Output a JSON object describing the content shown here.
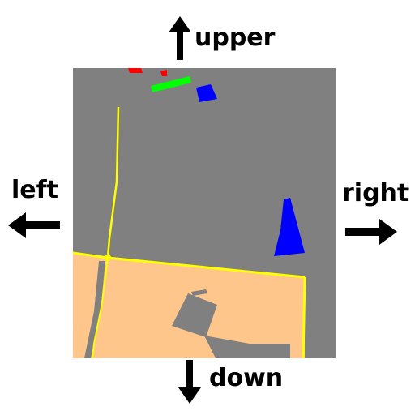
{
  "directions": {
    "upper": "upper",
    "left": "left",
    "right": "right",
    "down": "down"
  },
  "colors": {
    "road_surface": "#808080",
    "lane_line": "#ffff00",
    "sidewalk": "#ffc68c",
    "vehicle": "#0000ff",
    "pedestrian": "#ff0000",
    "ego_path": "#00ff00",
    "arrow": "#000000"
  },
  "icons": {
    "upper": "arrow-up-icon",
    "left": "arrow-left-icon",
    "right": "arrow-right-icon",
    "down": "arrow-down-icon"
  }
}
